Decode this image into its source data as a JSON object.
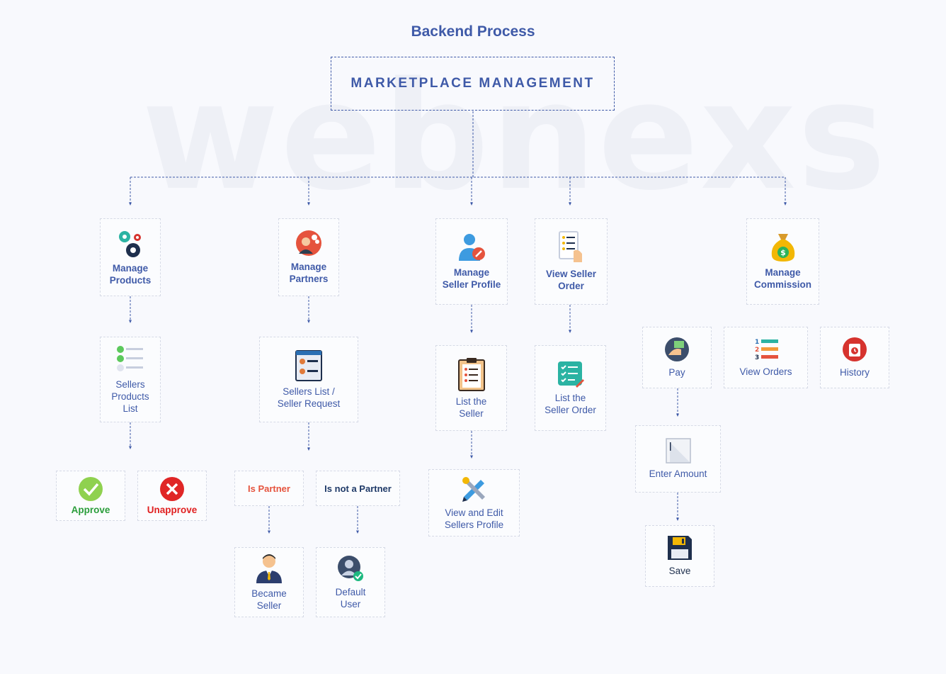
{
  "title": "Backend Process",
  "watermark": "webnexs",
  "root": "MARKETPLACE MANAGEMENT",
  "nodes": {
    "manage_products": "Manage\nProducts",
    "sellers_products_list": "Sellers\nProducts\nList",
    "approve": "Approve",
    "unapprove": "Unapprove",
    "manage_partners": "Manage\nPartners",
    "sellers_list": "Sellers List /\nSeller Request",
    "is_partner": "Is Partner",
    "is_not_partner": "Is not a Partner",
    "became_seller": "Became\nSeller",
    "default_user": "Default\nUser",
    "manage_seller_profile": "Manage\nSeller Profile",
    "list_the_seller": "List the\nSeller",
    "view_edit_profile": "View and Edit\nSellers Profile",
    "view_seller_order": "View Seller\nOrder",
    "list_seller_order": "List the\nSeller Order",
    "manage_commission": "Manage\nCommission",
    "pay": "Pay",
    "view_orders": "View Orders",
    "history": "History",
    "enter_amount": "Enter Amount",
    "save": "Save"
  },
  "colors": {
    "accent": "#3f5aa8",
    "approve": "#2a9d3a",
    "unapprove": "#e02020",
    "partner": "#e5533d",
    "not_partner": "#1f3a68"
  },
  "icons": {
    "manage_products": "gears-icon",
    "sellers_products_list": "checklist-icon",
    "approve": "check-circle-icon",
    "unapprove": "x-circle-icon",
    "manage_partners": "partner-avatar-icon",
    "sellers_list": "id-cards-icon",
    "became_seller": "businessman-icon",
    "default_user": "verified-user-icon",
    "manage_seller_profile": "user-edit-icon",
    "list_the_seller": "clipboard-icon",
    "view_edit_profile": "tools-icon",
    "view_seller_order": "order-list-hand-icon",
    "list_seller_order": "green-checklist-icon",
    "manage_commission": "money-bag-icon",
    "pay": "pay-cash-icon",
    "view_orders": "numbered-list-icon",
    "history": "clock-bag-icon",
    "enter_amount": "text-input-icon",
    "save": "floppy-disk-icon"
  }
}
